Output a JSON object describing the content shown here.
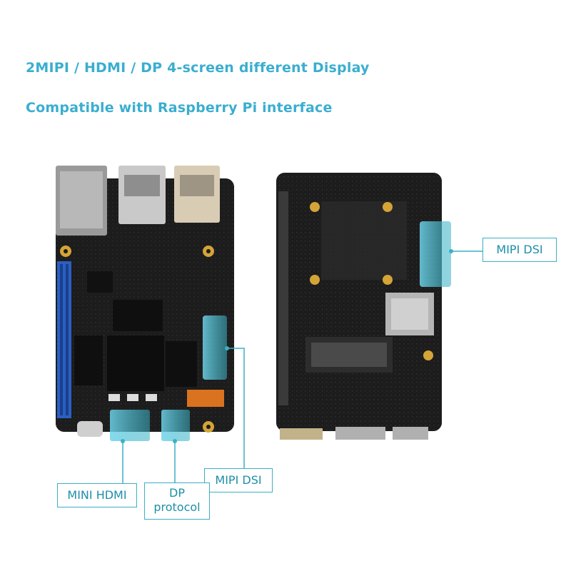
{
  "headlines": {
    "line1": "2MIPI / HDMI / DP 4-screen different Display",
    "line2": "Compatible with Raspberry Pi interface"
  },
  "callouts": {
    "mipi_dsi_right": "MIPI DSI",
    "mipi_dsi_left": "MIPI DSI",
    "mini_hdmi": "MINI HDMI",
    "dp_line1": "DP",
    "dp_line2": "protocol"
  },
  "colors": {
    "accent": "#3aaed0",
    "callout_border": "#3bb0c4",
    "pcb": "#1c1c1c",
    "header_pins": "#2a5fc4",
    "highlight": "#6fd4ea"
  }
}
